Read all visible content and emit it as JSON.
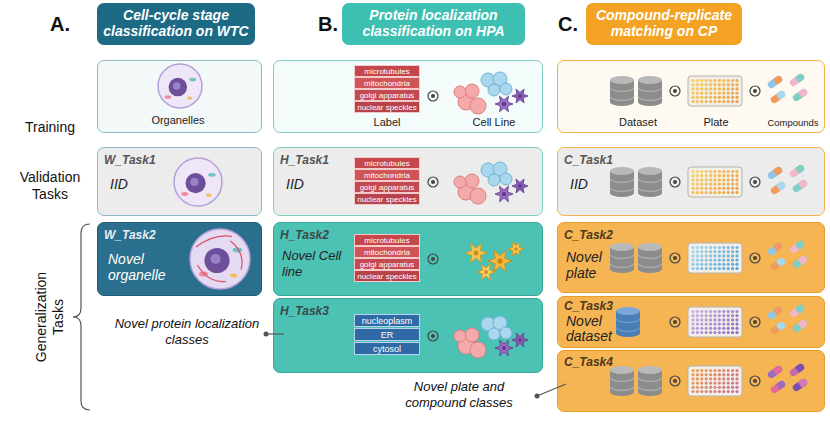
{
  "diagram": {
    "nodes": [
      {
        "text": [
          "A.",
          "Cell-cycle stage classification on WTC"
        ]
      },
      {
        "text": [
          "B.",
          "Protein localization classification on HPA"
        ]
      },
      {
        "text": [
          "C.",
          "Compound-replicate matching on CP"
        ]
      },
      {
        "text": [
          "Organelles"
        ]
      },
      {
        "text": [
          "microtubules",
          "mitochondria",
          "golgi apparatus",
          "nuclear speckles",
          "Label",
          "Cell Line"
        ]
      },
      {
        "text": [
          "Dataset",
          "Plate",
          "Compounds"
        ]
      },
      {
        "text": [
          "W_Task1",
          "IID"
        ]
      },
      {
        "text": [
          "H_Task1",
          "IID",
          "microtubules",
          "mitochondria",
          "golgi apparatus",
          "nuclear speckles"
        ]
      },
      {
        "text": [
          "C_Task1",
          "IID"
        ]
      },
      {
        "text": [
          "W_Task2",
          "Novel organelle"
        ]
      },
      {
        "text": [
          "H_Task2",
          "Novel Cell line",
          "microtubules",
          "mitochondria",
          "golgi apparatus",
          "nuclear speckles"
        ]
      },
      {
        "text": [
          "C_Task2",
          "Novel plate"
        ]
      },
      {
        "text": [
          "H_Task3",
          "nucleoplasm",
          "ER",
          "cytosol"
        ]
      },
      {
        "text": [
          "C_Task3",
          "Novel dataset"
        ]
      },
      {
        "text": [
          "C_Task4"
        ]
      }
    ],
    "labels": [
      "Training",
      "Validation Tasks",
      "Generalization Tasks",
      "Novel protein localization classes",
      "Novel plate and compound classes"
    ]
  }
}
